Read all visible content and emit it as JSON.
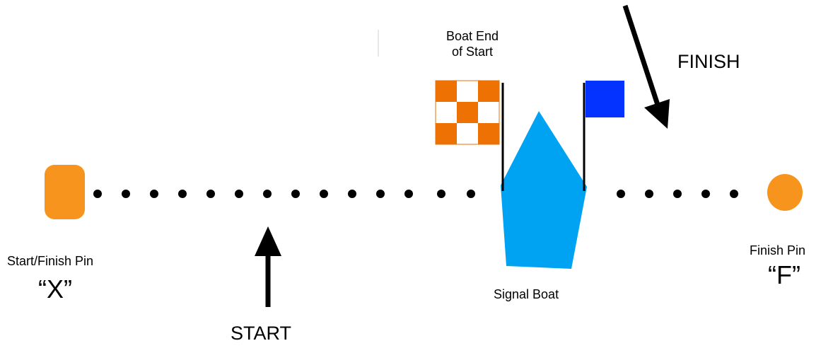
{
  "labels": {
    "start_finish_pin": "Start/Finish Pin",
    "start_finish_pin_letter": "“X”",
    "finish_pin": "Finish Pin",
    "finish_pin_letter": "“F”",
    "signal_boat": "Signal Boat",
    "boat_end_line1": "Boat End",
    "boat_end_line2": "of Start",
    "start": "START",
    "finish": "FINISH"
  },
  "colors": {
    "pin": "#f7941d",
    "boat": "#00a2f2",
    "checker_orange": "#ee7103",
    "blue_flag": "#0433ff",
    "ink": "#000000"
  },
  "icons": {
    "start_arrow": "arrow-up",
    "finish_arrow": "arrow-down-right"
  }
}
